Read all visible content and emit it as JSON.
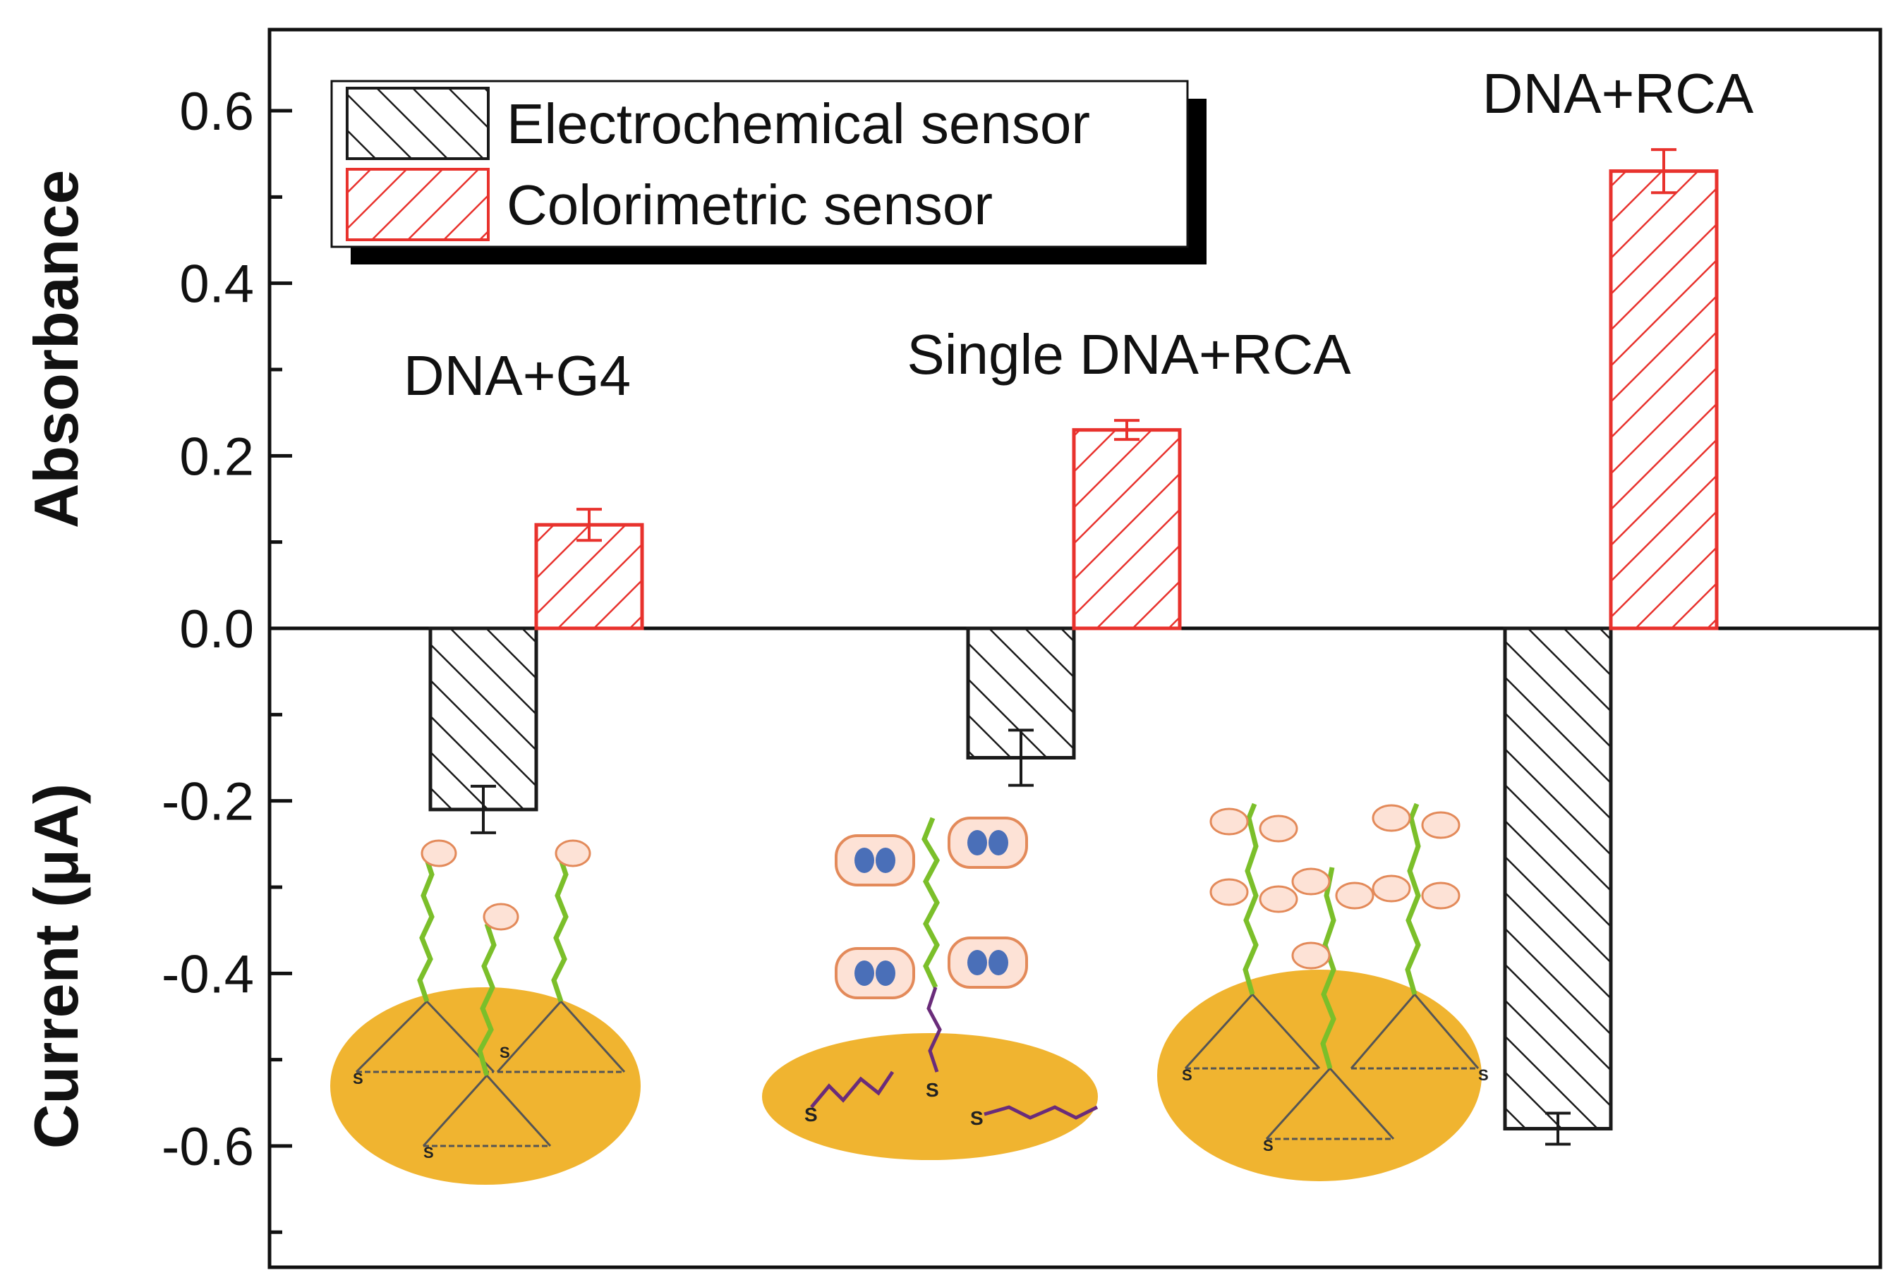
{
  "chart_data": {
    "type": "bar",
    "categories": [
      "DNA+G4",
      "Single DNA+RCA",
      "DNA+RCA"
    ],
    "series": [
      {
        "name": "Electrochemical sensor",
        "axis": "Current (μA)",
        "values": [
          -0.21,
          -0.15,
          -0.58
        ],
        "errors": [
          0.027,
          0.032,
          0.018
        ],
        "color": "#1a1a1a",
        "pattern": "hatch-backslash"
      },
      {
        "name": "Colorimetric sensor",
        "axis": "Absorbance",
        "values": [
          0.12,
          0.23,
          0.53
        ],
        "errors": [
          0.018,
          0.011,
          0.025
        ],
        "color": "#e8322d",
        "pattern": "hatch-slash"
      }
    ],
    "ylabel_top": "Absorbance",
    "ylabel_bottom": "Current (μA)",
    "ylim": [
      -0.7,
      0.67
    ],
    "yticks": [
      0.6,
      0.4,
      0.2,
      0.0,
      -0.2,
      -0.4,
      -0.6
    ],
    "ytick_labels": [
      "0.6",
      "0.4",
      "0.2",
      "0.0",
      "-0.2",
      "-0.4",
      "-0.6"
    ],
    "legend_placement": "top-left",
    "grid": false,
    "insets": [
      {
        "name": "triangle-dna-g4-surface-illustration",
        "label_chars": [
          "S",
          "S",
          "S"
        ]
      },
      {
        "name": "single-dna-rca-surface-illustration",
        "label_chars": [
          "S",
          "S",
          "S"
        ]
      },
      {
        "name": "triangle-dna-rca-surface-illustration",
        "label_chars": [
          "S",
          "S",
          "S"
        ]
      }
    ]
  }
}
